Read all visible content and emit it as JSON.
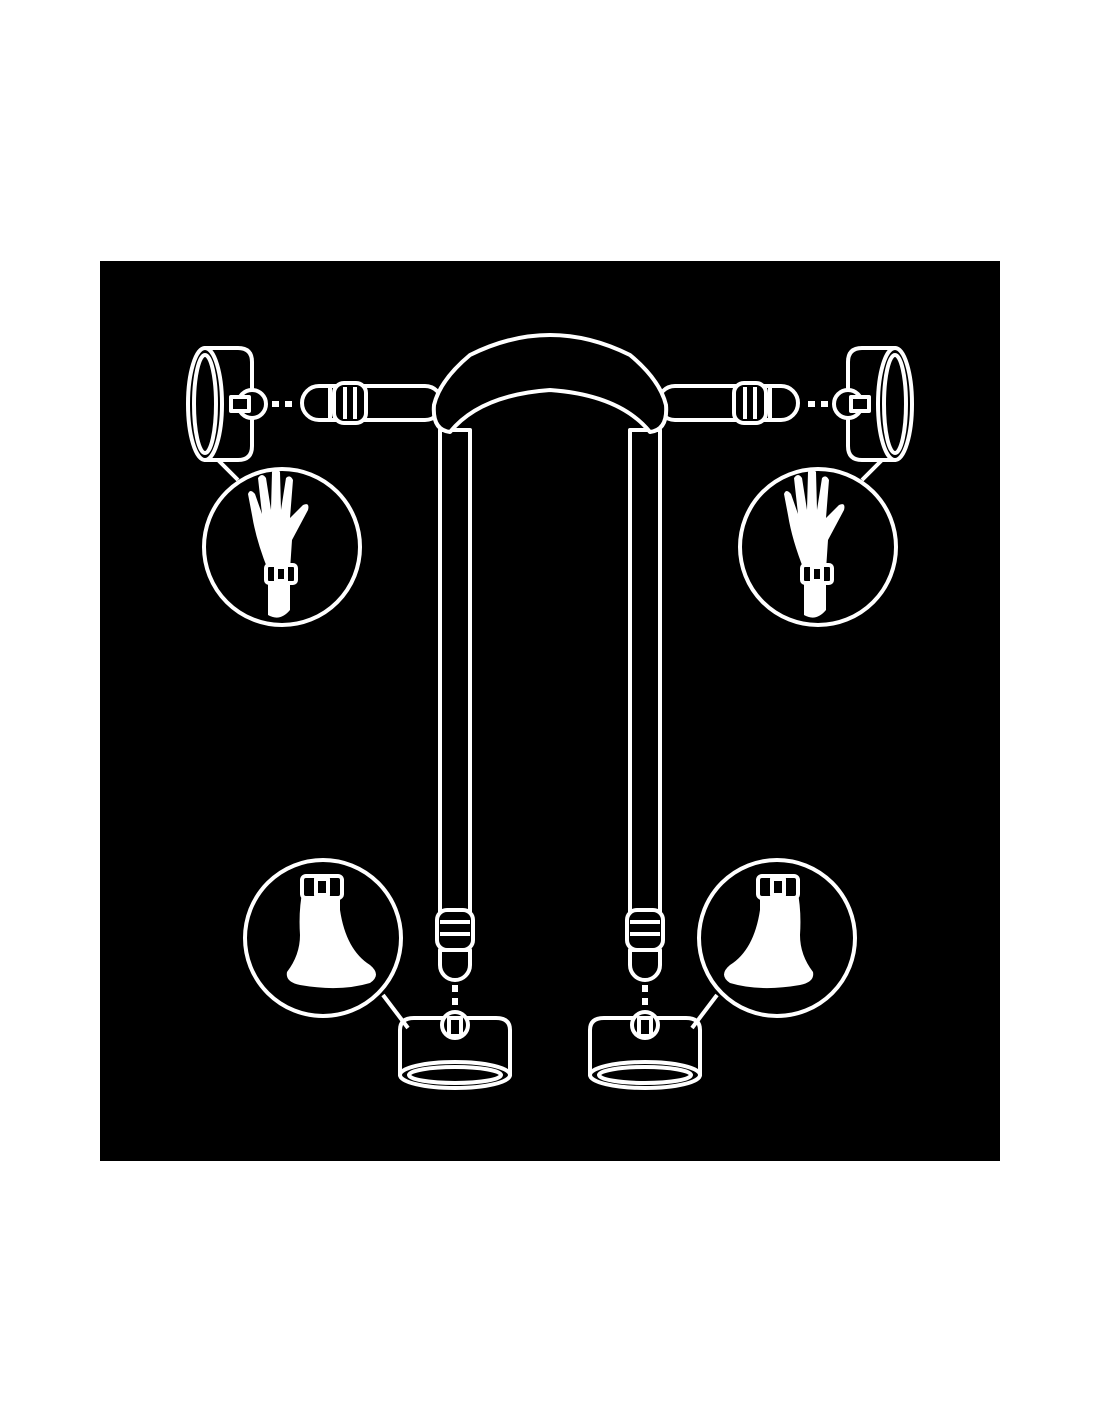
{
  "colors": {
    "background": "#000000",
    "line": "#ffffff",
    "page": "#ffffff"
  },
  "illustration": {
    "parts": [
      "neck-pad",
      "wrist-strap-left",
      "wrist-strap-right",
      "ankle-strap-left",
      "ankle-strap-right",
      "wrist-cuff-left",
      "wrist-cuff-right",
      "ankle-cuff-left",
      "ankle-cuff-right"
    ],
    "callouts": [
      "wrist-left",
      "wrist-right",
      "ankle-left",
      "ankle-right"
    ]
  }
}
